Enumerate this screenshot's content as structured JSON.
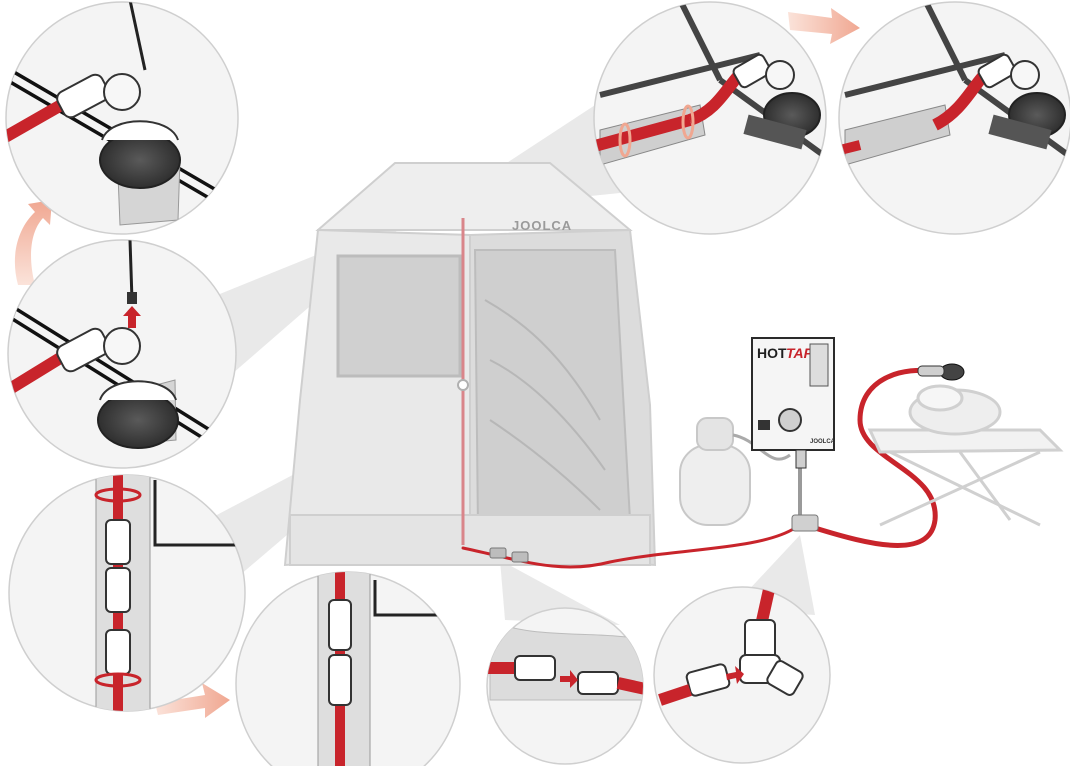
{
  "tent": {
    "brand_label": "JOOLCA"
  },
  "heater": {
    "logo_hot": "HOT",
    "logo_tap": "TAP",
    "brand_label": "JOOLCA"
  },
  "colors": {
    "hose_red": "#c8242b",
    "hose_dark_red": "#8e1b1f",
    "arrow_pink": "#f2b9a6",
    "outline_dark": "#2a2a2a",
    "tent_gray": "#d7d7d7",
    "callout_gray": "#e6e6e6"
  },
  "icons": {
    "shower_head": "shower-head-icon",
    "hose_connector": "hose-connector-icon",
    "y_splitter": "y-splitter-icon",
    "gas_bottle": "gas-bottle-icon",
    "water_heater": "water-heater-icon",
    "table": "folding-table-icon",
    "step_arrow": "step-arrow-icon"
  }
}
